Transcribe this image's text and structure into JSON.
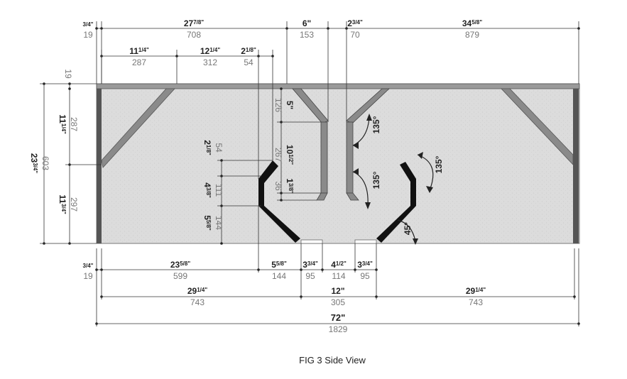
{
  "caption": "FIG 3  Side View",
  "dimensions": {
    "top_row1": [
      {
        "whole": "",
        "frac": "3/4\"",
        "mm": "19"
      },
      {
        "whole": "27",
        "frac": "7/8\"",
        "mm": "708"
      },
      {
        "whole": "6\"",
        "frac": "",
        "mm": "153"
      },
      {
        "whole": "2",
        "frac": "3/4\"",
        "mm": "70"
      },
      {
        "whole": "34",
        "frac": "5/8\"",
        "mm": "879"
      }
    ],
    "top_row2": [
      {
        "whole": "11",
        "frac": "1/4\"",
        "mm": "287"
      },
      {
        "whole": "12",
        "frac": "1/4\"",
        "mm": "312"
      },
      {
        "whole": "2",
        "frac": "1/8\"",
        "mm": "54"
      }
    ],
    "left": [
      {
        "whole": "",
        "frac": "",
        "mm": "19"
      },
      {
        "whole": "11",
        "frac": "1/4\"",
        "mm": "287"
      },
      {
        "whole": "23",
        "frac": "3/4\"",
        "mm": "603"
      },
      {
        "whole": "11",
        "frac": "3/4\"",
        "mm": "297"
      }
    ],
    "inner_left": [
      {
        "whole": "2",
        "frac": "1/8\"",
        "mm": "54"
      },
      {
        "whole": "4",
        "frac": "3/8\"",
        "mm": "111"
      },
      {
        "whole": "5",
        "frac": "5/8\"",
        "mm": "144"
      }
    ],
    "inner_center": [
      {
        "whole": "5\"",
        "frac": "",
        "mm": "126"
      },
      {
        "whole": "10",
        "frac": "1/2\"",
        "mm": "267"
      },
      {
        "whole": "1",
        "frac": "3/8\"",
        "mm": "36"
      }
    ],
    "bottom_row1": [
      {
        "whole": "",
        "frac": "3/4\"",
        "mm": "19"
      },
      {
        "whole": "23",
        "frac": "5/8\"",
        "mm": "599"
      },
      {
        "whole": "5",
        "frac": "5/8\"",
        "mm": "144"
      },
      {
        "whole": "3",
        "frac": "3/4\"",
        "mm": "95"
      },
      {
        "whole": "4",
        "frac": "1/2\"",
        "mm": "114"
      },
      {
        "whole": "3",
        "frac": "3/4\"",
        "mm": "95"
      }
    ],
    "bottom_row2": [
      {
        "whole": "29",
        "frac": "1/4\"",
        "mm": "743"
      },
      {
        "whole": "12\"",
        "frac": "",
        "mm": "305"
      },
      {
        "whole": "29",
        "frac": "1/4\"",
        "mm": "743"
      }
    ],
    "overall": {
      "whole": "72\"",
      "frac": "",
      "mm": "1829"
    }
  },
  "angles": [
    "135°",
    "135°",
    "135°",
    "45°"
  ],
  "colors": {
    "panel_fill": "#dcdcdc",
    "panel_edge": "#555555",
    "board": "#111111",
    "brace": "#8a8a8a"
  }
}
